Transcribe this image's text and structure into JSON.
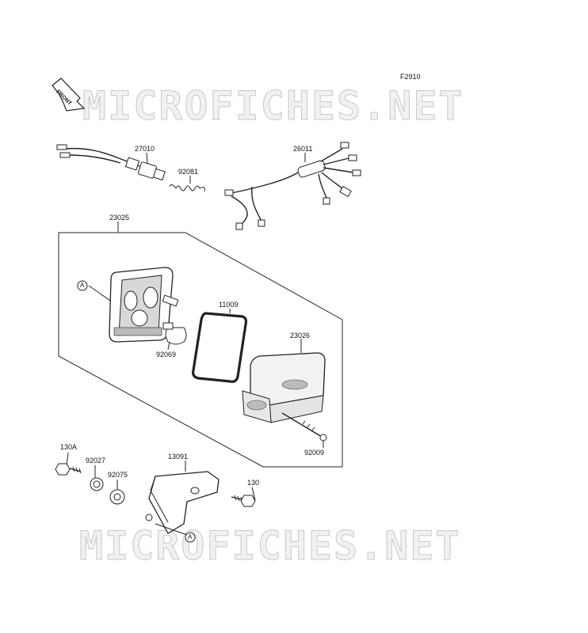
{
  "diagram": {
    "figure_code": "F2910",
    "front_label": "FRONT",
    "watermark": "MICROFICHES.NET",
    "parts": {
      "p27010": "27010",
      "p92081": "92081",
      "p26011": "26011",
      "p23025": "23025",
      "p11009": "11009",
      "p92069": "92069",
      "p23026": "23026",
      "p92009": "92009",
      "p130A": "130A",
      "p92027": "92027",
      "p92075": "92075",
      "p13091": "13091",
      "p130": "130"
    },
    "ref_marker": "A"
  }
}
